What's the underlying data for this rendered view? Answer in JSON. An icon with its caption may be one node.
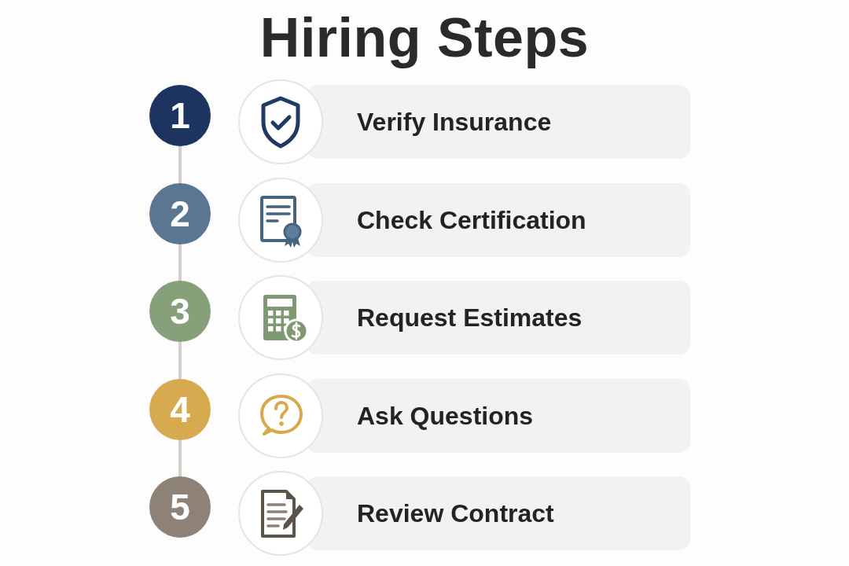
{
  "diagram": {
    "title": "Hiring Steps",
    "nodes": [
      {
        "text": [
          "1"
        ]
      },
      {
        "text": [
          "Verify Insurance"
        ]
      },
      {
        "text": [
          "2"
        ]
      },
      {
        "text": [
          "Check Certification"
        ]
      },
      {
        "text": [
          "3"
        ]
      },
      {
        "text": [
          "Request Estimates"
        ]
      },
      {
        "text": [
          "4"
        ]
      },
      {
        "text": [
          "Ask Questions"
        ]
      },
      {
        "text": [
          "5"
        ]
      },
      {
        "text": [
          "Review Contract"
        ]
      }
    ],
    "edges": [
      {
        "from": 0,
        "to": 2,
        "arrow": "none"
      },
      {
        "from": 2,
        "to": 4,
        "arrow": "none"
      },
      {
        "from": 4,
        "to": 6,
        "arrow": "none"
      },
      {
        "from": 6,
        "to": 8,
        "arrow": "none"
      }
    ]
  }
}
